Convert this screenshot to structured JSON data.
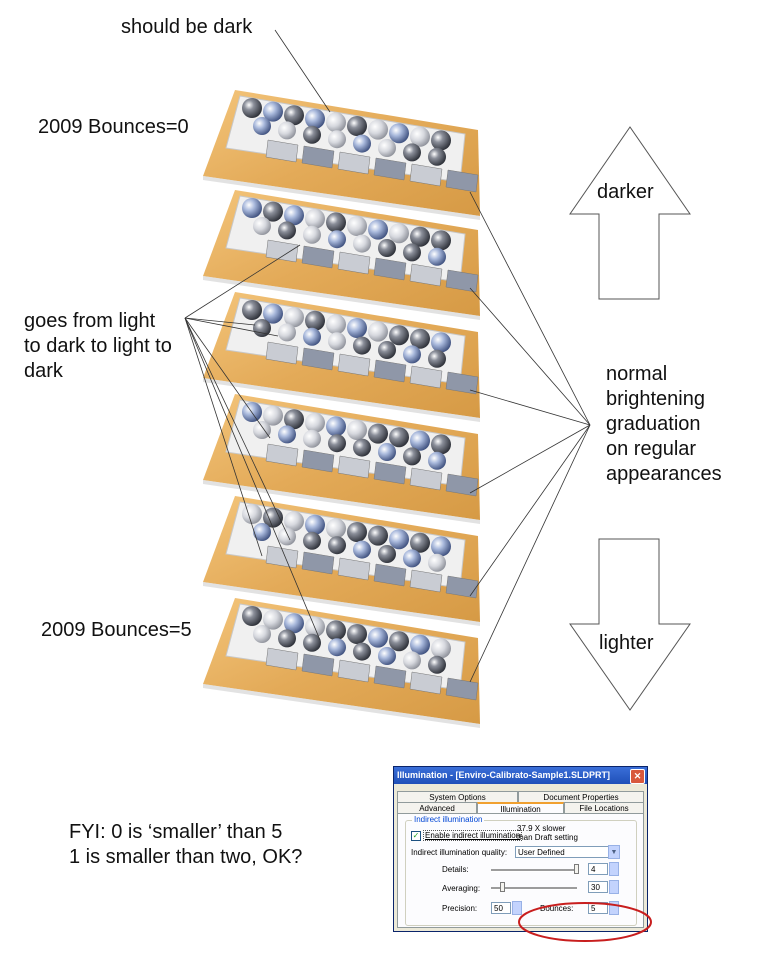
{
  "labels": {
    "should_be_dark": "should be dark",
    "bounces_0": "2009 Bounces=0",
    "bounces_5": "2009 Bounces=5",
    "goes_from": [
      "goes from light",
      "to dark to light to",
      "dark"
    ],
    "normal": [
      "normal",
      "brightening",
      "graduation",
      "on regular",
      "appearances"
    ],
    "darker": "darker",
    "lighter": "lighter",
    "fyi": [
      "FYI: 0 is ‘smaller’ than 5",
      "1 is smaller than two, OK?"
    ]
  },
  "dialog": {
    "title": "Illumination - [Enviro-Calibrato-Sample1.SLDPRT]",
    "tabs_top": [
      "System Options",
      "Document Properties"
    ],
    "tabs_bottom": [
      "Advanced",
      "Illumination",
      "File Locations"
    ],
    "group_title": "Indirect illumination",
    "enable_label": "Enable indirect illumination",
    "enable_checked": true,
    "slower_note": [
      "37.9 X slower",
      "than Draft setting"
    ],
    "quality_label": "Indirect illumination quality:",
    "quality_value": "User Defined",
    "details_label": "Details:",
    "details_value": "4",
    "averaging_label": "Averaging:",
    "averaging_value": "30",
    "precision_label": "Precision:",
    "precision_value": "50",
    "bounces_label": "Bounces:",
    "bounces_value": "5"
  },
  "colors": {
    "wood": "#e3aa58",
    "tray": "#f0f0f0",
    "highlight_ellipse": "#c81e1e",
    "titlebar": "#2b5fce"
  },
  "icons": {
    "close": "close-icon",
    "check": "check-icon",
    "dropdown": "chevron-down-icon"
  }
}
